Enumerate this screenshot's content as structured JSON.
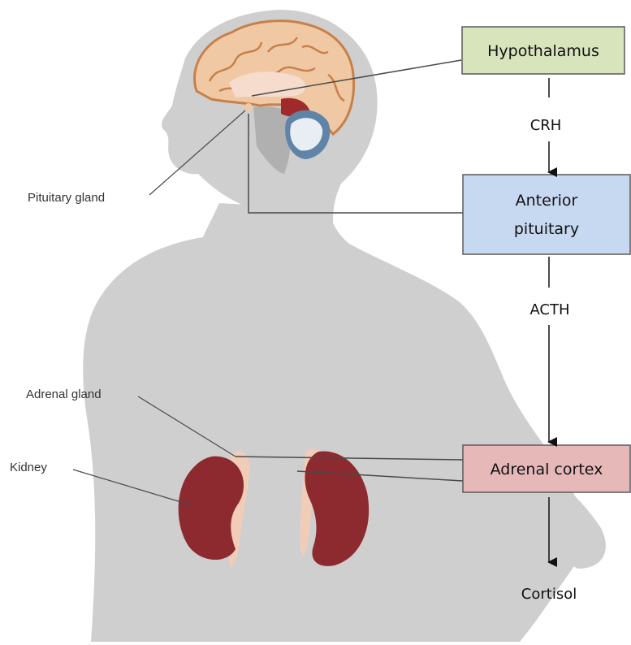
{
  "colors": {
    "body_silhouette": "#cfcfcf",
    "brain_fill": "#f0c9a4",
    "brain_outline": "#c8804a",
    "cerebellum": "#5f84a8",
    "brainstem": "#b0b0b0",
    "kidney": "#8c2a30",
    "adrenal": "#f1cdb8",
    "hypothalamus_box": "#d8e4bc",
    "pituitary_box": "#c6d9f1",
    "adrenal_box": "#e6b9b8",
    "box_border": "#5a5a5a",
    "line": "#4a4a4a"
  },
  "anatomy_labels": {
    "pituitary_gland": "Pituitary gland",
    "adrenal_gland": "Adrenal gland",
    "kidney": "Kidney"
  },
  "flow": {
    "boxes": {
      "hypothalamus": "Hypothalamus",
      "anterior_pituitary_line1": "Anterior",
      "anterior_pituitary_line2": "pituitary",
      "adrenal_cortex": "Adrenal cortex"
    },
    "hormones": {
      "crh": "CRH",
      "acth": "ACTH",
      "cortisol": "Cortisol"
    }
  }
}
